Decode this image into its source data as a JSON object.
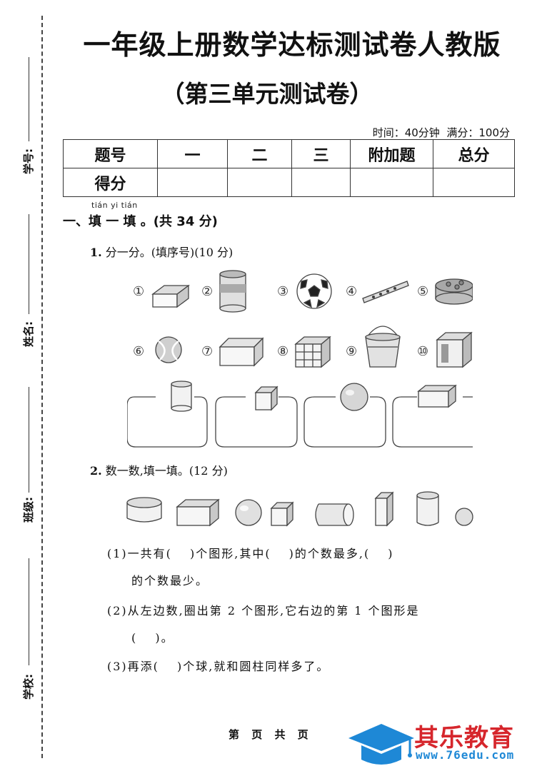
{
  "side": {
    "student_id": "学号:",
    "name": "姓名:",
    "class": "班级:",
    "school": "学校:"
  },
  "header": {
    "title": "一年级上册数学达标测试卷人教版",
    "subtitle": "（第三单元测试卷）",
    "time": "时间：40分钟",
    "full_score": "满分：100分"
  },
  "score_table": {
    "row1": [
      "题号",
      "一",
      "二",
      "三",
      "附加题",
      "总分"
    ],
    "row2_label": "得分"
  },
  "section1": {
    "pinyin": "tián yi tián",
    "title": "一、填 一 填 。(共 34 分)"
  },
  "q1": {
    "num": "1.",
    "text": "分一分。(填序号)(10 分)",
    "labels": [
      "①",
      "②",
      "③",
      "④",
      "⑤",
      "⑥",
      "⑦",
      "⑧",
      "⑨",
      "⑩"
    ]
  },
  "q2": {
    "num": "2.",
    "text": "数一数,填一填。(12 分)",
    "line1": "(1)一共有(　 )个图形,其中(　 )的个数最多,(　 )",
    "line1b": "的个数最少。",
    "line2": "(2)从左边数,圈出第 2 个图形,它右边的第 1 个图形是",
    "line2b": "(　 )。",
    "line3": "(3)再添(　 )个球,就和圆柱同样多了。"
  },
  "footer": {
    "page": "第 页 共 页"
  },
  "logo": {
    "name": "其乐教育",
    "url": "www.76edu.com",
    "color_red": "#d6262c",
    "color_blue": "#1e88d6"
  }
}
